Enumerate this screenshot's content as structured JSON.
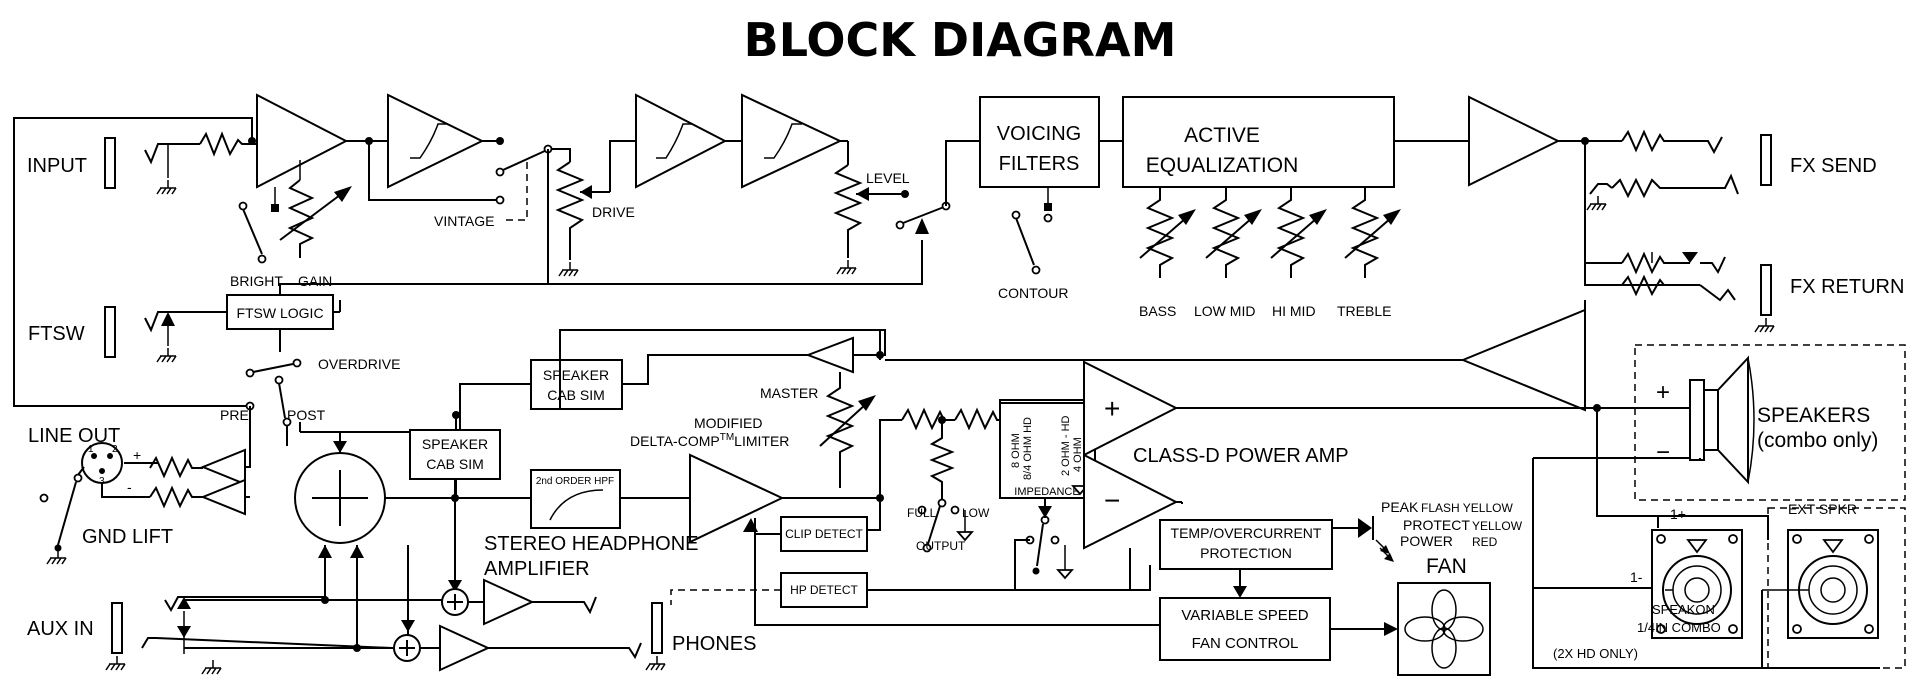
{
  "title": "BLOCK DIAGRAM",
  "io": {
    "input": "INPUT",
    "ftsw": "FTSW",
    "line_out": "LINE OUT",
    "gnd_lift": "GND LIFT",
    "aux_in": "AUX IN",
    "phones": "PHONES",
    "fx_send": "FX SEND",
    "fx_return": "FX RETURN",
    "speakers_line1": "SPEAKERS",
    "speakers_line2": "(combo only)",
    "ext_spkr": "EXT SPKR",
    "fan": "FAN"
  },
  "controls": {
    "bright": "BRIGHT",
    "gain": "GAIN",
    "vintage": "VINTAGE",
    "drive": "DRIVE",
    "level": "LEVEL",
    "contour": "CONTOUR",
    "bass": "BASS",
    "low_mid": "LOW MID",
    "hi_mid": "HI MID",
    "treble": "TREBLE",
    "overdrive": "OVERDRIVE",
    "pre": "PRE",
    "post": "POST",
    "master": "MASTER",
    "full": "FULL",
    "low": "LOW",
    "output": "OUTPUT",
    "impedance": "IMPEDANCE",
    "ohm_8": "8 OHM",
    "ohm_8_4_hd": "8/4 OHM HD",
    "ohm_2_hd": "2 OHM - HD",
    "ohm_4": "4 OHM"
  },
  "blocks": {
    "voicing_line1": "VOICING",
    "voicing_line2": "FILTERS",
    "active_eq_line1": "ACTIVE",
    "active_eq_line2": "EQUALIZATION",
    "ftsw_logic": "FTSW LOGIC",
    "speaker_cab_sim": "SPEAKER",
    "cab_sim": "CAB SIM",
    "hpf": "2nd ORDER HPF",
    "modified": "MODIFIED",
    "delta_comp": "DELTA-COMP",
    "tm": "TM",
    "limiter": "LIMITER",
    "clip_detect": "CLIP DETECT",
    "hp_detect": "HP DETECT",
    "class_d": "CLASS-D POWER AMP",
    "temp_line1": "TEMP/OVERCURRENT",
    "temp_line2": "PROTECTION",
    "fan_ctrl_line1": "VARIABLE SPEED",
    "fan_ctrl_line2": "FAN CONTROL",
    "headphone_line1": "STEREO HEADPHONE",
    "headphone_line2": "AMPLIFIER"
  },
  "led": {
    "peak": "PEAK",
    "flash_yellow": "FLASH YELLOW",
    "protect": "PROTECT",
    "yellow": "YELLOW",
    "power": "POWER",
    "red": "RED"
  },
  "speakon": {
    "line1": "SPEAKON",
    "line2": "1/4IN COMBO",
    "line3": "(2X HD ONLY)",
    "pin_1plus": "1+",
    "pin_1minus": "1-"
  },
  "line_out_pins": {
    "plus": "+",
    "minus": "-",
    "p1": "1",
    "p2": "2",
    "p3": "3"
  },
  "signs": {
    "plus": "+",
    "minus": "−",
    "amp_plus": "+",
    "amp_minus": "−"
  }
}
